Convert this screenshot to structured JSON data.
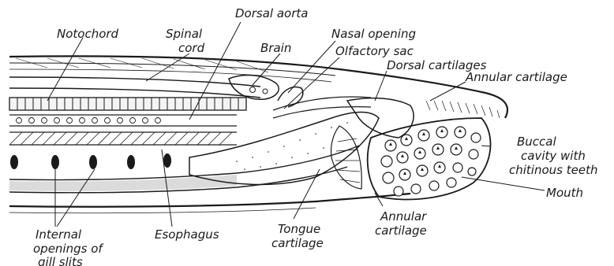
{
  "figure": {
    "labels": {
      "notochord": "Notochord",
      "spinal_cord_1": "Spinal",
      "spinal_cord_2": "cord",
      "dorsal_aorta": "Dorsal aorta",
      "brain": "Brain",
      "nasal_opening": "Nasal opening",
      "olfactory_sac": "Olfactory sac",
      "dorsal_cartilages": "Dorsal cartilages",
      "annular_cartilage_top": "Annular cartilage",
      "buccal_1": "Buccal",
      "buccal_2": "cavity with",
      "buccal_3": "chitinous teeth",
      "mouth": "Mouth",
      "annular_cartilage_bottom_1": "Annular",
      "annular_cartilage_bottom_2": "cartilage",
      "tongue_cartilage_1": "Tongue",
      "tongue_cartilage_2": "cartilage",
      "esophagus": "Esophagus",
      "gill_1": "Internal",
      "gill_2": "openings of",
      "gill_3": "gill slits"
    }
  }
}
